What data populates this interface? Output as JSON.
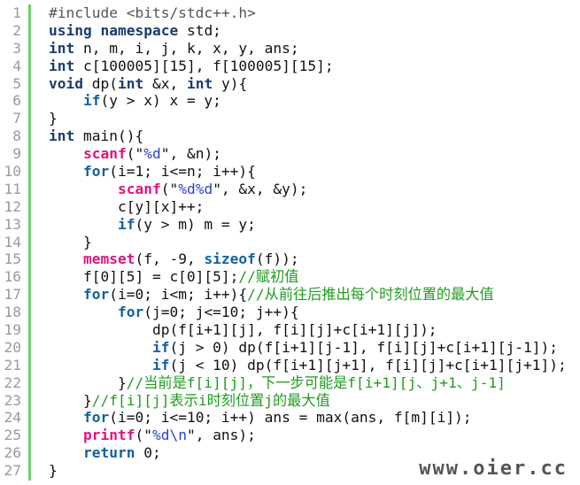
{
  "code_lines": [
    [
      [
        "pp",
        "#include <bits/stdc++.h>"
      ]
    ],
    [
      [
        "kw",
        "using"
      ],
      [
        "",
        " "
      ],
      [
        "kw",
        "namespace"
      ],
      [
        "",
        " std;"
      ]
    ],
    [
      [
        "kw",
        "int"
      ],
      [
        "",
        " n, m, i, j, k, x, y, ans;"
      ]
    ],
    [
      [
        "kw",
        "int"
      ],
      [
        "",
        " c[100005][15], f[100005][15];"
      ]
    ],
    [
      [
        "kw",
        "void"
      ],
      [
        "",
        " dp("
      ],
      [
        "kw",
        "int"
      ],
      [
        "",
        " &x, "
      ],
      [
        "kw",
        "int"
      ],
      [
        "",
        " y){"
      ]
    ],
    [
      [
        "",
        "    "
      ],
      [
        "ctl",
        "if"
      ],
      [
        "",
        "(y > x) x = y;"
      ]
    ],
    [
      [
        "",
        "}"
      ]
    ],
    [
      [
        "kw",
        "int"
      ],
      [
        "",
        " main(){"
      ]
    ],
    [
      [
        "",
        "    "
      ],
      [
        "fn",
        "scanf"
      ],
      [
        "",
        "(\""
      ],
      [
        "str",
        "%d"
      ],
      [
        "",
        "\", &n);"
      ]
    ],
    [
      [
        "",
        "    "
      ],
      [
        "ctl",
        "for"
      ],
      [
        "",
        "(i=1; i<=n; i++){"
      ]
    ],
    [
      [
        "",
        "        "
      ],
      [
        "fn",
        "scanf"
      ],
      [
        "",
        "(\""
      ],
      [
        "str",
        "%d%d"
      ],
      [
        "",
        "\", &x, &y);"
      ]
    ],
    [
      [
        "",
        "        c[y][x]++;"
      ]
    ],
    [
      [
        "",
        "        "
      ],
      [
        "ctl",
        "if"
      ],
      [
        "",
        "(y > m) m = y;"
      ]
    ],
    [
      [
        "",
        "    }"
      ]
    ],
    [
      [
        "",
        "    "
      ],
      [
        "fn",
        "memset"
      ],
      [
        "",
        "(f, -9, "
      ],
      [
        "ctl",
        "sizeof"
      ],
      [
        "",
        "(f));"
      ]
    ],
    [
      [
        "",
        "    f[0][5] = c[0][5];"
      ],
      [
        "cm",
        "//赋初值"
      ]
    ],
    [
      [
        "",
        "    "
      ],
      [
        "ctl",
        "for"
      ],
      [
        "",
        "(i=0; i<m; i++){"
      ],
      [
        "cm",
        "//从前往后推出每个时刻位置的最大值"
      ]
    ],
    [
      [
        "",
        "        "
      ],
      [
        "ctl",
        "for"
      ],
      [
        "",
        "(j=0; j<=10; j++){"
      ]
    ],
    [
      [
        "",
        "            dp(f[i+1][j], f[i][j]+c[i+1][j]);"
      ]
    ],
    [
      [
        "",
        "            "
      ],
      [
        "ctl",
        "if"
      ],
      [
        "",
        "(j > 0) dp(f[i+1][j-1], f[i][j]+c[i+1][j-1]);"
      ]
    ],
    [
      [
        "",
        "            "
      ],
      [
        "ctl",
        "if"
      ],
      [
        "",
        "(j < 10) dp(f[i+1][j+1], f[i][j]+c[i+1][j+1]);"
      ]
    ],
    [
      [
        "",
        "        }"
      ],
      [
        "cm",
        "//当前是f[i][j]，下一步可能是f[i+1][j、j+1、j-1]"
      ]
    ],
    [
      [
        "",
        "    }"
      ],
      [
        "cm",
        "//f[i][j]表示i时刻位置j的最大值"
      ]
    ],
    [
      [
        "",
        "    "
      ],
      [
        "ctl",
        "for"
      ],
      [
        "",
        "(i=0; i<=10; i++) ans = max(ans, f[m][i]);"
      ]
    ],
    [
      [
        "",
        "    "
      ],
      [
        "fn",
        "printf"
      ],
      [
        "",
        "(\""
      ],
      [
        "str",
        "%d\\n"
      ],
      [
        "",
        "\", ans);"
      ]
    ],
    [
      [
        "",
        "    "
      ],
      [
        "ctl",
        "return"
      ],
      [
        "",
        " 0;"
      ]
    ],
    [
      [
        "",
        "}"
      ]
    ]
  ],
  "watermark": "www.oier.cc"
}
